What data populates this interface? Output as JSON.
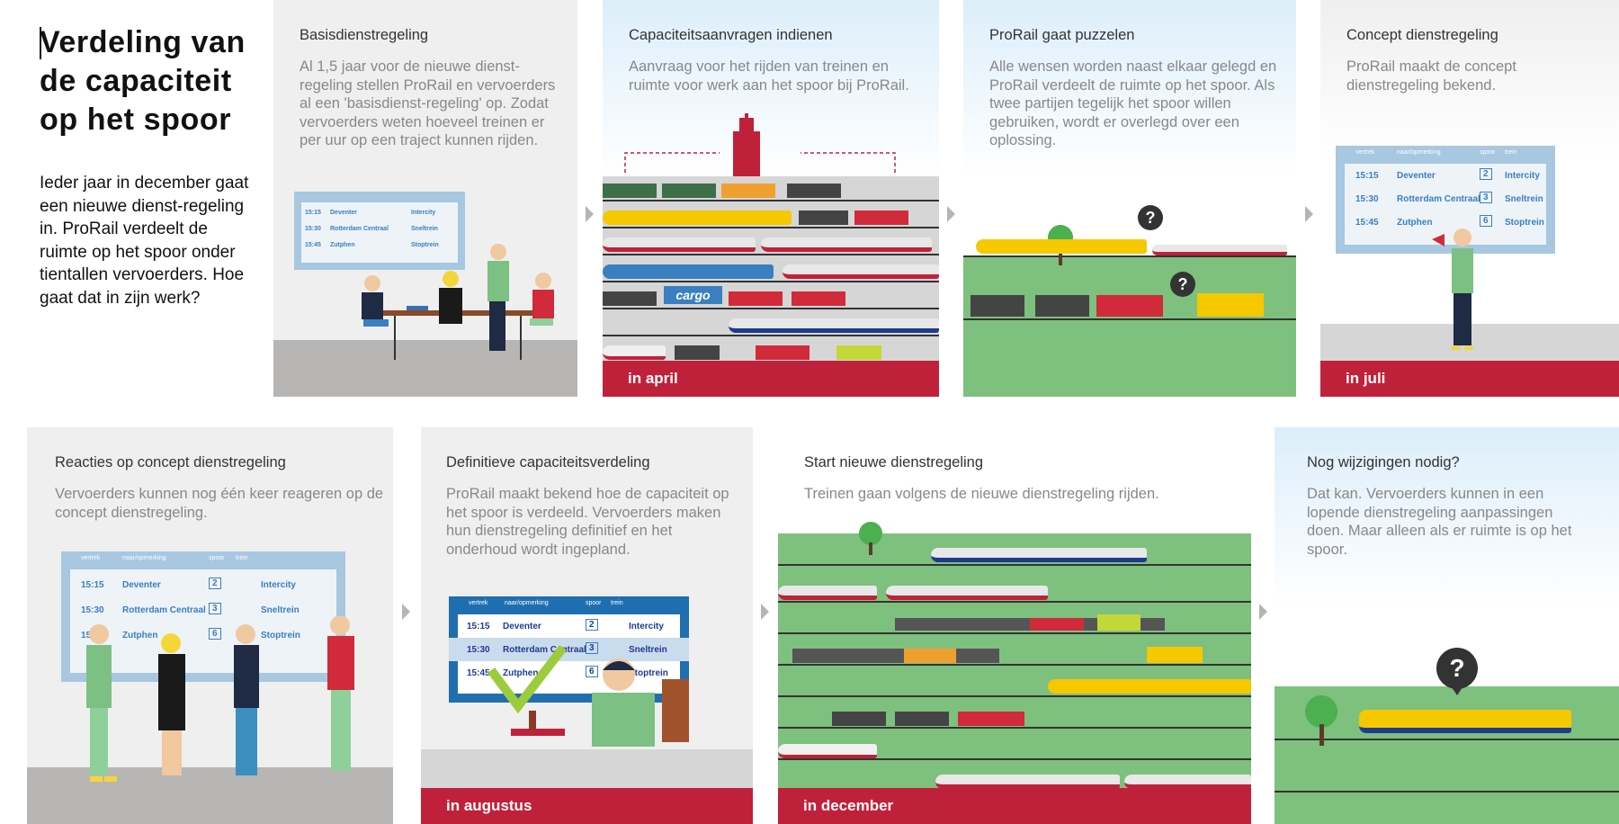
{
  "intro": {
    "title": "Verdeling van de capaciteit op het spoor",
    "body": "Ieder jaar in december gaat een nieuwe dienst-regeling in. ProRail verdeelt de ruimte op het spoor onder tientallen vervoerders. Hoe gaat dat in zijn werk?"
  },
  "panels": [
    {
      "title": "Basisdienstregeling",
      "text": "Al 1,5 jaar voor de nieuwe dienst-regeling stellen ProRail en vervoerders al een 'basisdienst-regeling' op. Zodat vervoerders weten hoeveel treinen er per uur op een traject kunnen rijden.",
      "footer": ""
    },
    {
      "title": "Capaciteitsaanvragen indienen",
      "text": "Aanvraag voor het rijden van treinen en ruimte voor werk aan het spoor bij ProRail.",
      "footer": "in april"
    },
    {
      "title": "ProRail gaat puzzelen",
      "text": "Alle wensen worden naast elkaar gelegd en ProRail verdeelt de ruimte op het spoor. Als twee partijen tegelijk het spoor willen gebruiken, wordt er overlegd over een oplossing.",
      "footer": ""
    },
    {
      "title": "Concept dienstregeling",
      "text": "ProRail maakt de concept dienstregeling bekend.",
      "footer": "in juli"
    },
    {
      "title": "Reacties op concept dienstregeling",
      "text": "Vervoerders kunnen nog één keer reageren op de concept dienstregeling.",
      "footer": ""
    },
    {
      "title": "Definitieve capaciteitsverdeling",
      "text": "ProRail maakt bekend hoe de capaciteit op het spoor is verdeeld. Vervoerders maken hun dienstregeling definitief en het onderhoud wordt ingepland.",
      "footer": "in augustus"
    },
    {
      "title": "Start nieuwe dienstregeling",
      "text": "Treinen gaan volgens de nieuwe dienstregeling rijden.",
      "footer": "in december"
    },
    {
      "title": "Nog wijzigingen nodig?",
      "text": "Dat kan. Vervoerders kunnen in een lopende dienstregeling aanpassingen doen. Maar alleen als er ruimte is op het spoor.",
      "footer": ""
    }
  ],
  "board": {
    "headers": [
      "vertrek",
      "naar/opmerking",
      "spoor",
      "trein"
    ],
    "rows": [
      {
        "time": "15:15",
        "dest": "Deventer",
        "track": "2",
        "type": "Intercity"
      },
      {
        "time": "15:30",
        "dest": "Rotterdam Centraal",
        "track": "3",
        "type": "Sneltrein"
      },
      {
        "time": "15:45",
        "dest": "Zutphen",
        "track": "6",
        "type": "Stoptrein"
      }
    ]
  },
  "small_board": {
    "rows": [
      {
        "time": "15:15",
        "dest": "Deventer",
        "track": "2",
        "type": "Intercity"
      },
      {
        "time": "15:30",
        "dest": "Rotterdam Centraal",
        "track": "3",
        "type": "Sneltrein"
      },
      {
        "time": "15:45",
        "dest": "Zutphen",
        "track": "6",
        "type": "Stoptrein"
      }
    ]
  },
  "cargo_label": "cargo",
  "question_mark": "?",
  "colors": {
    "footer_red": "#c0213a",
    "grass": "#7ec07e",
    "board_blue": "#a8c7e0",
    "ns_yellow": "#f5c800",
    "ns_blue": "#1f3b8f"
  }
}
